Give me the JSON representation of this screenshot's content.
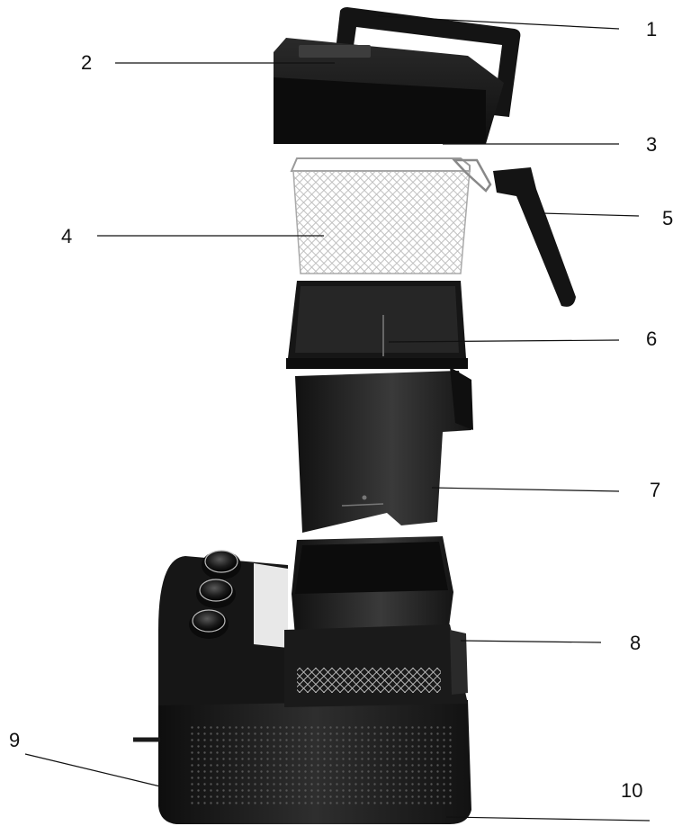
{
  "callouts": [
    {
      "id": "1",
      "text": "1"
    },
    {
      "id": "2",
      "text": "2"
    },
    {
      "id": "3",
      "text": "3"
    },
    {
      "id": "4",
      "text": "4"
    },
    {
      "id": "5",
      "text": "5"
    },
    {
      "id": "6",
      "text": "6"
    },
    {
      "id": "7",
      "text": "7"
    },
    {
      "id": "8",
      "text": "8"
    },
    {
      "id": "9",
      "text": "9"
    },
    {
      "id": "10",
      "text": "10"
    }
  ],
  "colors": {
    "body": "#1c1c1c",
    "body_highlight": "#3a3a3a",
    "panel": "#2b2b2b",
    "mesh": "#c9c9c9",
    "label": "#111111"
  }
}
